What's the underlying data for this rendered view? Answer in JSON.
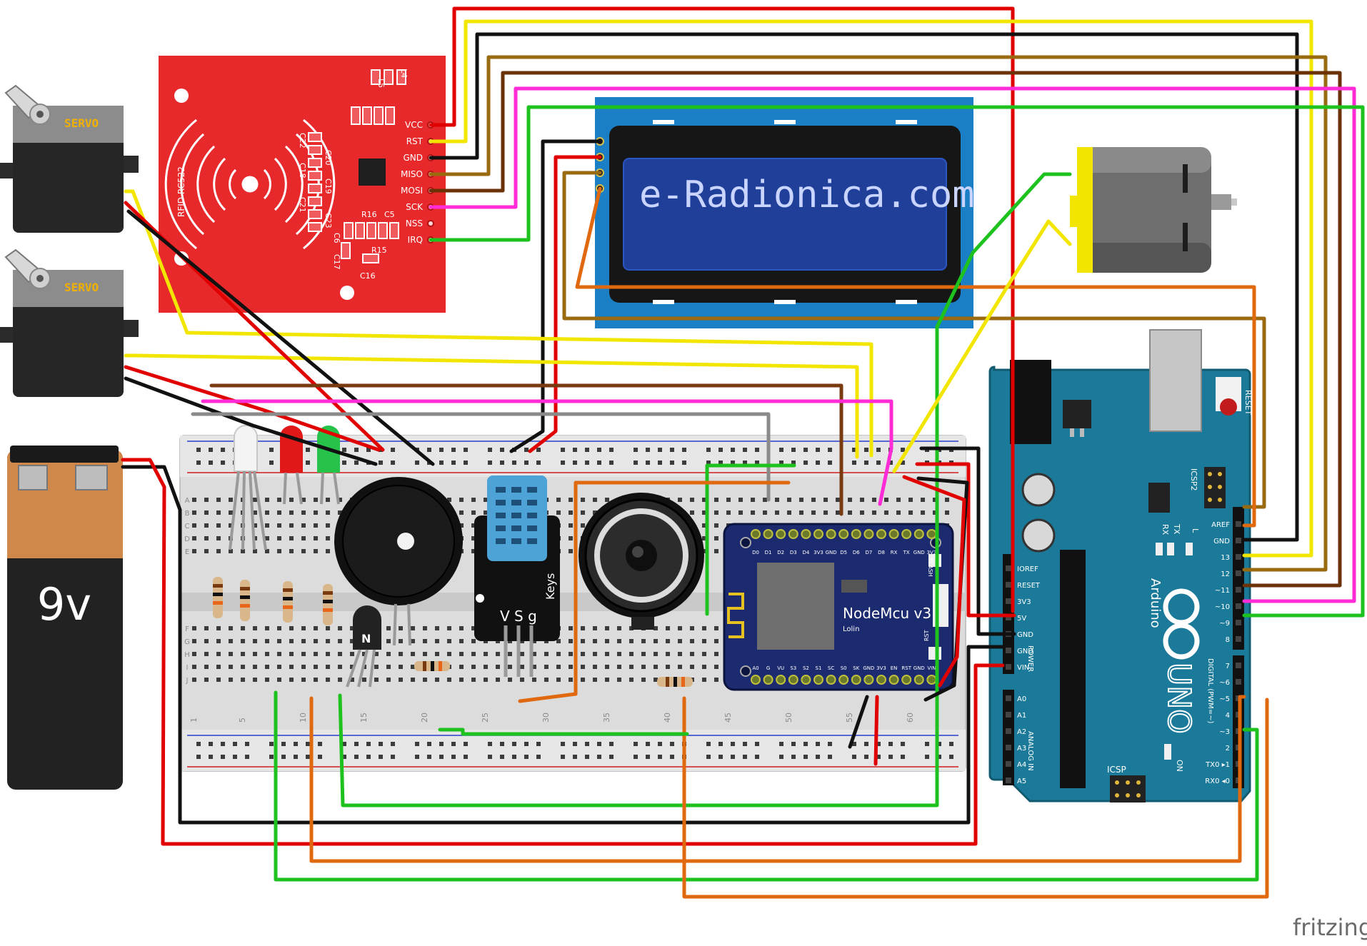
{
  "servo": {
    "label": "SERVO"
  },
  "rfid": {
    "title": "RFID RC522",
    "pins": [
      "VCC",
      "RST",
      "GND",
      "MISO",
      "MOSI",
      "SCK",
      "NSS",
      "IRQ"
    ],
    "components": [
      "L4",
      "L5",
      "C20",
      "C22",
      "C18",
      "C19",
      "C21",
      "C23",
      "R16",
      "C5",
      "C6",
      "C17",
      "R15",
      "C16"
    ]
  },
  "lcd": {
    "text": "e-Radionica.com"
  },
  "battery": {
    "label": "9v"
  },
  "dht": {
    "pins": "V S g",
    "brand": "Keys"
  },
  "nodemcu": {
    "name": "NodeMcu v3",
    "maker": "Lolin",
    "top_pins": [
      "D0",
      "D1",
      "D2",
      "D3",
      "D4",
      "3V3",
      "GND",
      "D5",
      "D6",
      "D7",
      "D8",
      "RX",
      "TX",
      "GND",
      "3V3"
    ],
    "bottom_pins": [
      "A0",
      "G",
      "VU",
      "S3",
      "S2",
      "S1",
      "SC",
      "S0",
      "SK",
      "GND",
      "3V3",
      "EN",
      "RST",
      "GND",
      "VIN"
    ],
    "flash": "FLASH",
    "rst": "RST"
  },
  "arduino": {
    "name": "Arduino",
    "model": "UNO",
    "reset": "RESET",
    "icsp": "ICSP",
    "icsp2": "ICSP2",
    "power_label": "POWER",
    "analog_label": "ANALOG IN",
    "digital_label": "DIGITAL (PWM=~)",
    "tx": "TX",
    "rx": "RX",
    "l": "L",
    "on": "ON",
    "power_pins": [
      "IOREF",
      "RESET",
      "3V3",
      "5V",
      "GND",
      "GND",
      "VIN"
    ],
    "analog_pins": [
      "A0",
      "A1",
      "A2",
      "A3",
      "A4",
      "A5"
    ],
    "digital_high": [
      "AREF",
      "GND",
      "13",
      "12",
      "~11",
      "~10",
      "~9",
      "8"
    ],
    "digital_low": [
      "7",
      "~6",
      "~5",
      "4",
      "~3",
      "2",
      "TX0 ▸1",
      "RX0 ◂0"
    ]
  },
  "breadboard": {
    "rows": [
      "A",
      "B",
      "C",
      "D",
      "E",
      "F",
      "G",
      "H",
      "I",
      "J"
    ],
    "columns": [
      "1",
      "5",
      "10",
      "15",
      "20",
      "25",
      "30",
      "35",
      "40",
      "45",
      "50",
      "55",
      "60"
    ]
  },
  "watermark": "fritzing",
  "colors": {
    "wire_red": "#e00000",
    "wire_black": "#111111",
    "wire_yellow": "#f2e600",
    "wire_brown": "#7a3a10",
    "wire_darkyellow": "#9a6a10",
    "wire_magenta": "#ff2bd6",
    "wire_green": "#1ec21e",
    "wire_orange": "#e0690f",
    "wire_gray": "#8a8a8a",
    "rfid_red": "#e8292c",
    "lcd_board": "#1a7fc4",
    "lcd_screen": "#1f3f99",
    "arduino": "#1b7a99",
    "nodemcu": "#1c2a70",
    "dht_blue": "#4da3d6"
  }
}
